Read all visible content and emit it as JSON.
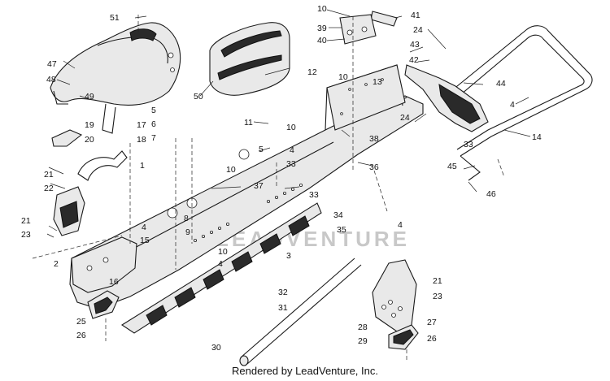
{
  "footer": {
    "credit": "Rendered by LeadVenture, Inc."
  },
  "watermark": "LEADVENTURE",
  "callouts": [
    "1",
    "2",
    "3",
    "4",
    "5",
    "6",
    "7",
    "8",
    "9",
    "10",
    "11",
    "12",
    "13",
    "14",
    "15",
    "16",
    "17",
    "18",
    "19",
    "20",
    "21",
    "22",
    "23",
    "24",
    "25",
    "26",
    "27",
    "28",
    "29",
    "30",
    "31",
    "32",
    "33",
    "34",
    "35",
    "36",
    "37",
    "38",
    "39",
    "40",
    "41",
    "42",
    "43",
    "44",
    "45",
    "46",
    "47",
    "48",
    "49",
    "50",
    "51"
  ],
  "colors": {
    "ink": "#1a1a1a",
    "background": "#ffffff",
    "watermark": "#c8c8c8"
  }
}
